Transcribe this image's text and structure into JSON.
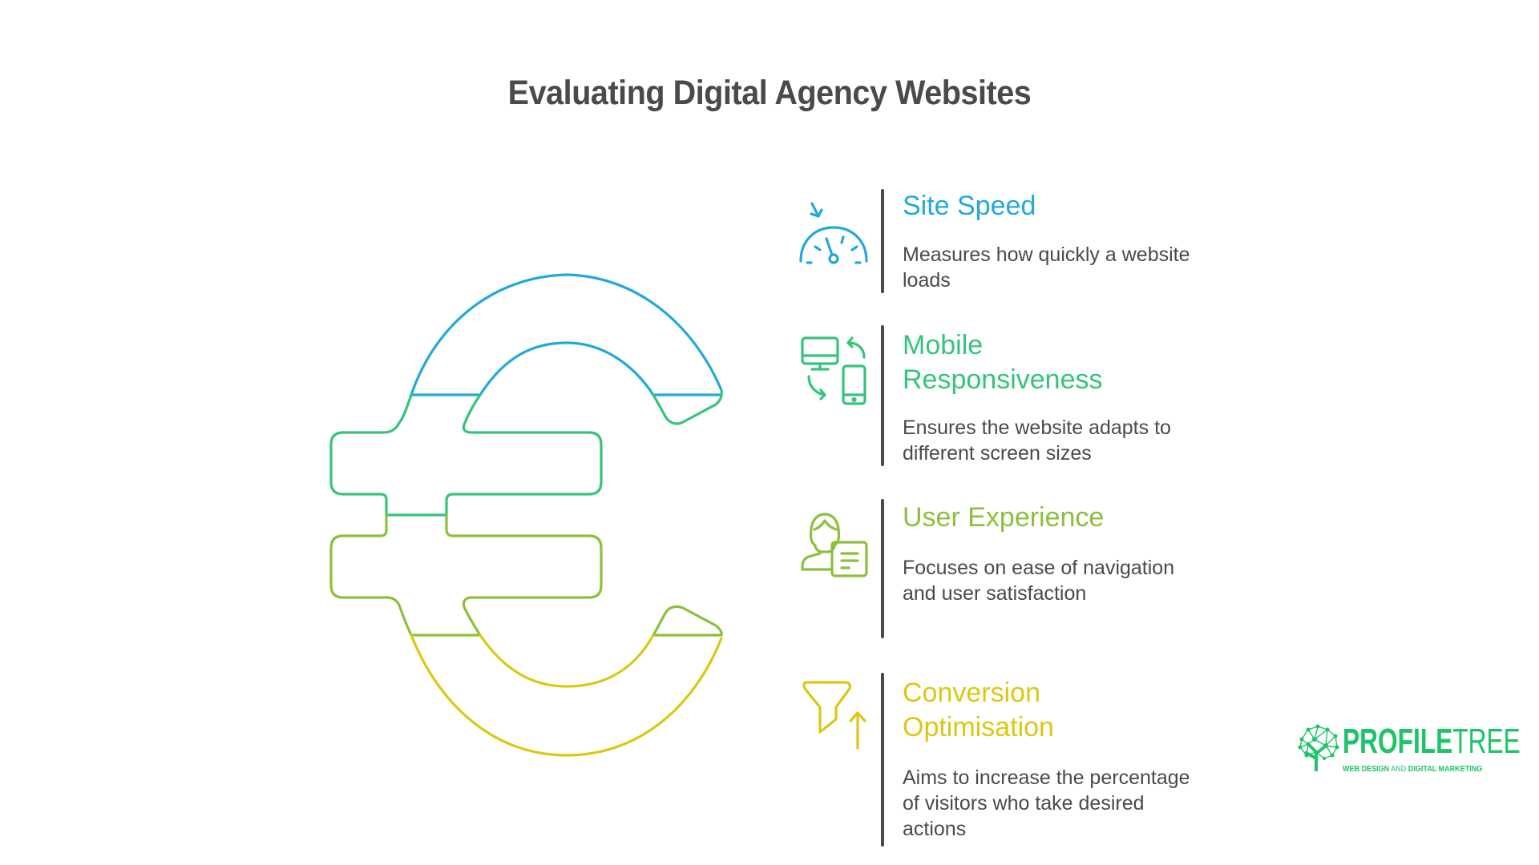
{
  "title": "Evaluating Digital Agency Websites",
  "colors": {
    "blue": "#22a9d9",
    "green": "#35c47c",
    "lime": "#8cc03c",
    "yellow": "#dcc813",
    "text": "#4a4a4a",
    "brand": "#1ec46a"
  },
  "central_graphic": "euro-symbol",
  "items": [
    {
      "heading": "Site Speed",
      "description": "Measures how quickly a website loads",
      "icon": "speedometer-icon",
      "color": "#22a9d9"
    },
    {
      "heading_line1": "Mobile",
      "heading_line2": "Responsiveness",
      "heading": "Mobile Responsiveness",
      "description": "Ensures the website adapts to different screen sizes",
      "icon": "responsive-devices-icon",
      "color": "#35c47c"
    },
    {
      "heading": "User Experience",
      "description": "Focuses on ease of navigation and user satisfaction",
      "icon": "user-document-icon",
      "color": "#8cc03c"
    },
    {
      "heading_line1": "Conversion",
      "heading_line2": "Optimisation",
      "heading": "Conversion Optimisation",
      "description": "Aims to increase the percentage of visitors who take desired actions",
      "icon": "funnel-up-arrow-icon",
      "color": "#dcc813"
    }
  ],
  "logo": {
    "word_bold": "PROFILE",
    "word_light": "TREE",
    "tagline_bold1": "WEB DESIGN",
    "tagline_light": " AND ",
    "tagline_bold2": "DIGITAL MARKETING"
  }
}
